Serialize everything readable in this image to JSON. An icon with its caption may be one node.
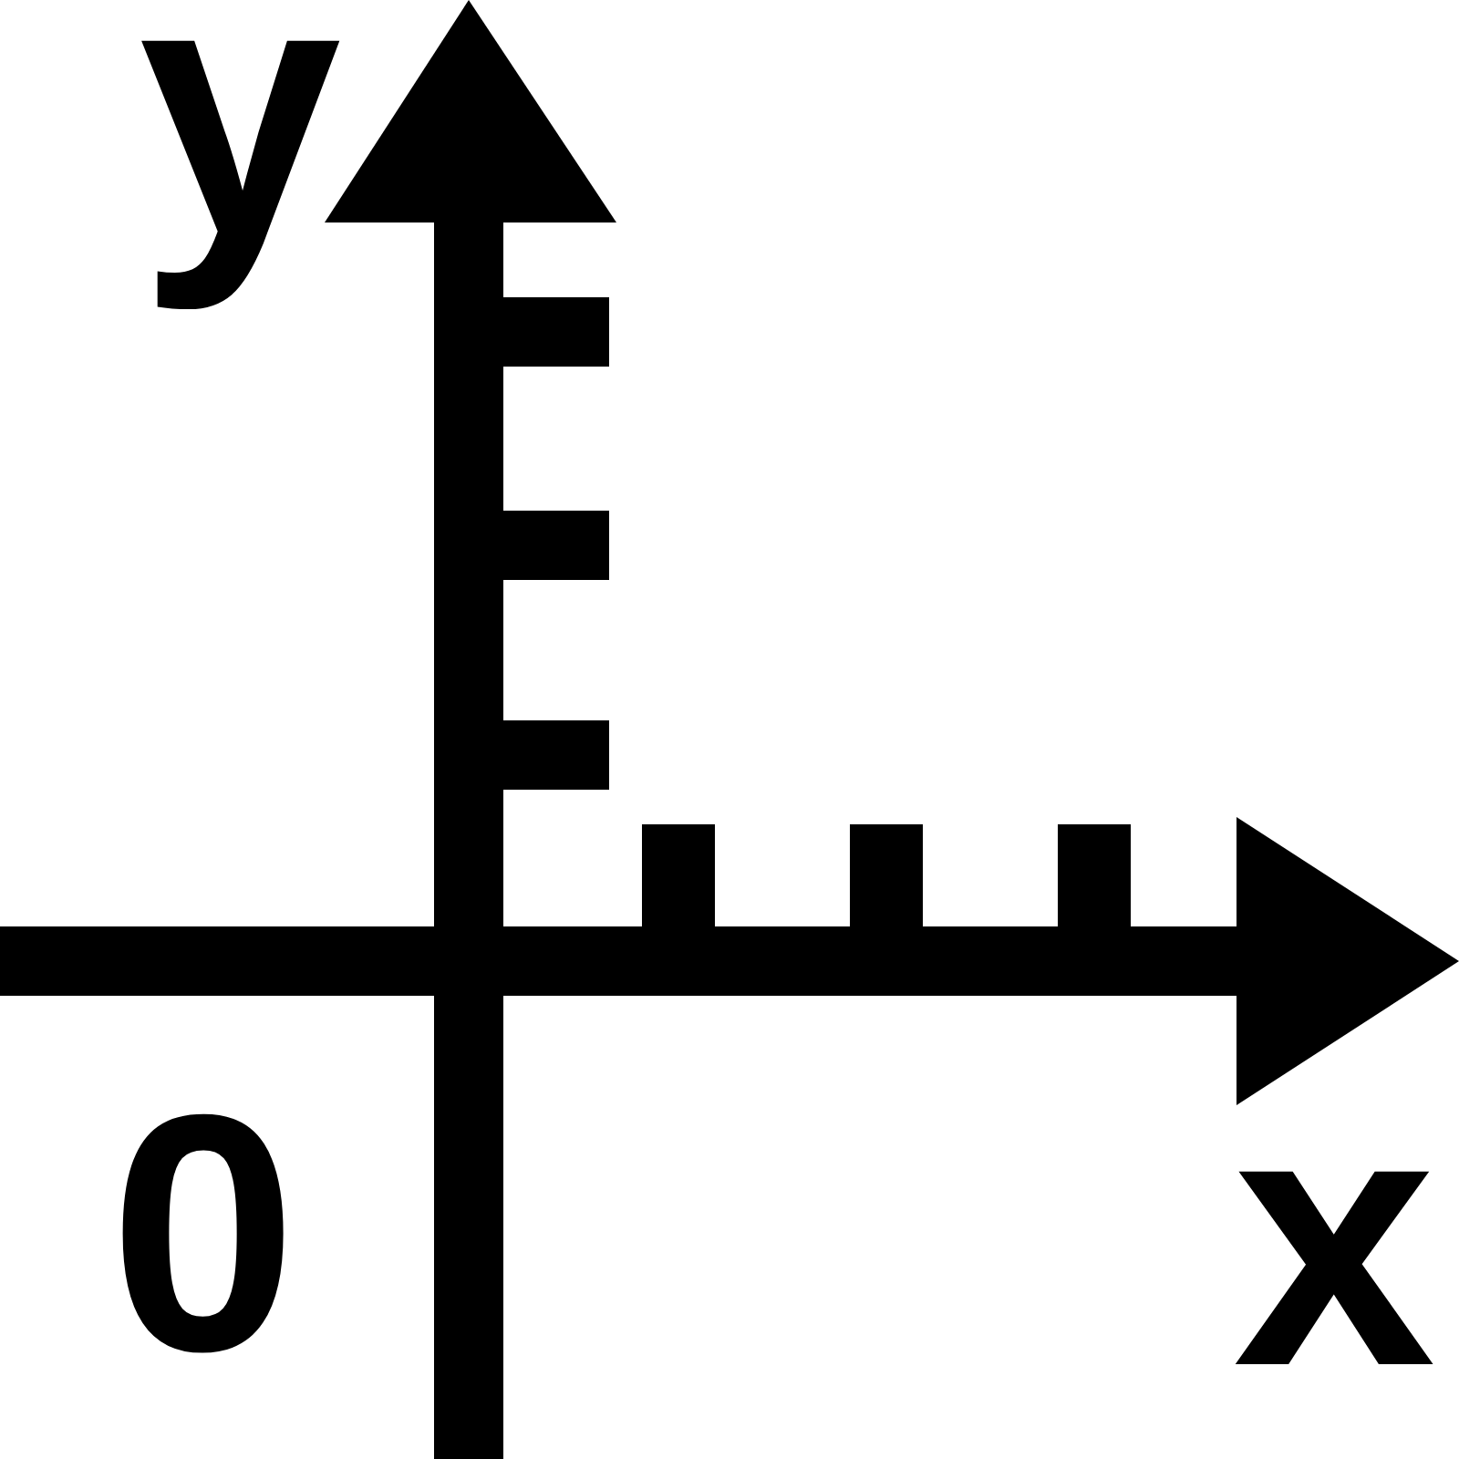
{
  "diagram": {
    "labels": [
      "y",
      "0",
      "x"
    ]
  }
}
